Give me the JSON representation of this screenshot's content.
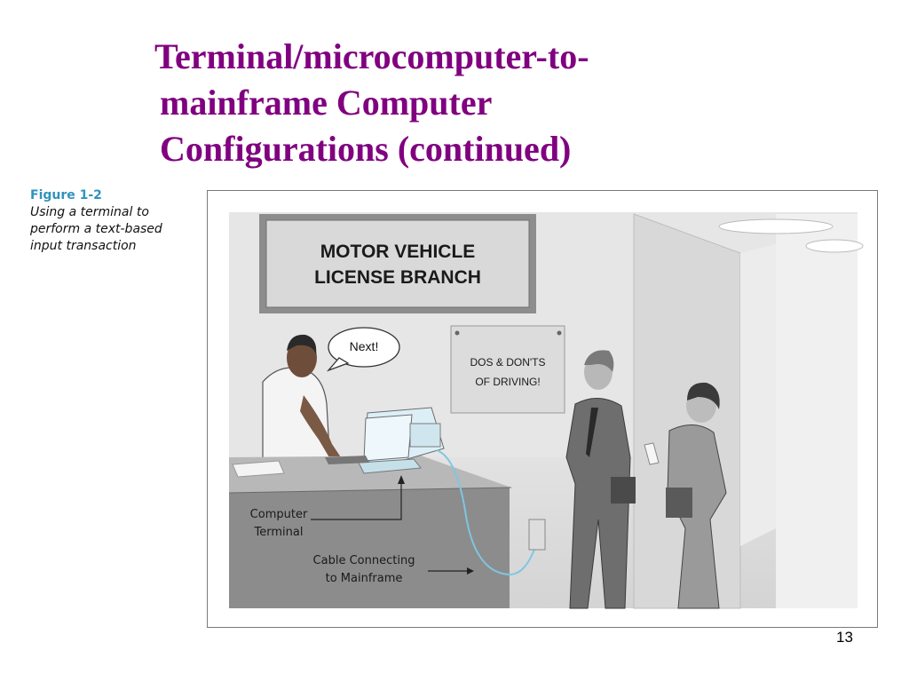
{
  "slide": {
    "title_lines": [
      "Terminal/microcomputer-to-",
      "mainframe Computer",
      "Configurations (continued)"
    ],
    "page_number": "13"
  },
  "figure": {
    "label": "Figure 1-2",
    "caption_lines": [
      "Using a terminal to",
      "perform a text-based",
      "input transaction"
    ],
    "sign": {
      "line1": "MOTOR VEHICLE",
      "line2": "LICENSE BRANCH"
    },
    "speech_bubble": "Next!",
    "poster": {
      "line1": "DOS & DON'TS",
      "line2": "OF DRIVING!"
    },
    "callouts": {
      "terminal": {
        "line1": "Computer",
        "line2": "Terminal"
      },
      "cable": {
        "line1": "Cable Connecting",
        "line2": "to Mainframe"
      }
    },
    "colors": {
      "title": "#800080",
      "figure_label": "#2f93bd",
      "cable": "#7fc6e0",
      "monitor": "#dceff6"
    }
  }
}
